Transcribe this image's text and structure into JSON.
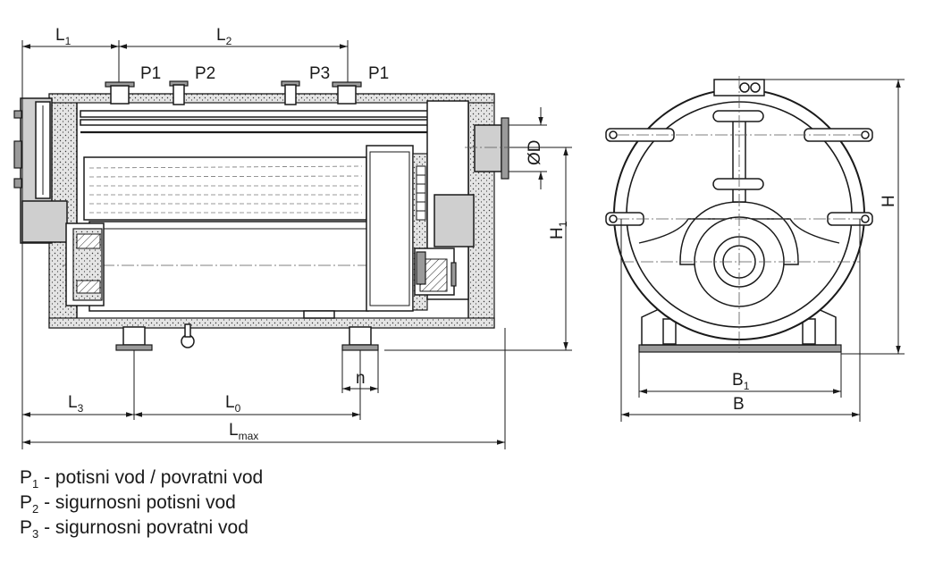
{
  "labels": {
    "L1": "L",
    "L1_sub": "1",
    "L2": "L",
    "L2_sub": "2",
    "L3": "L",
    "L3_sub": "3",
    "L0": "L",
    "L0_sub": "0",
    "Lmax": "L",
    "Lmax_sub": "max",
    "n": "n",
    "D": "ØD",
    "H1": "H",
    "H1_sub": "1",
    "H": "H",
    "B1": "B",
    "B1_sub": "1",
    "B": "B",
    "P1_left": "P1",
    "P2": "P2",
    "P3": "P3",
    "P1_right": "P1"
  },
  "legend": [
    {
      "code": "P",
      "sub": "1",
      "text": " - potisni vod / povratni vod"
    },
    {
      "code": "P",
      "sub": "2",
      "text": " - sigurnosni potisni vod"
    },
    {
      "code": "P",
      "sub": "3",
      "text": " - sigurnosni povratni vod"
    }
  ]
}
